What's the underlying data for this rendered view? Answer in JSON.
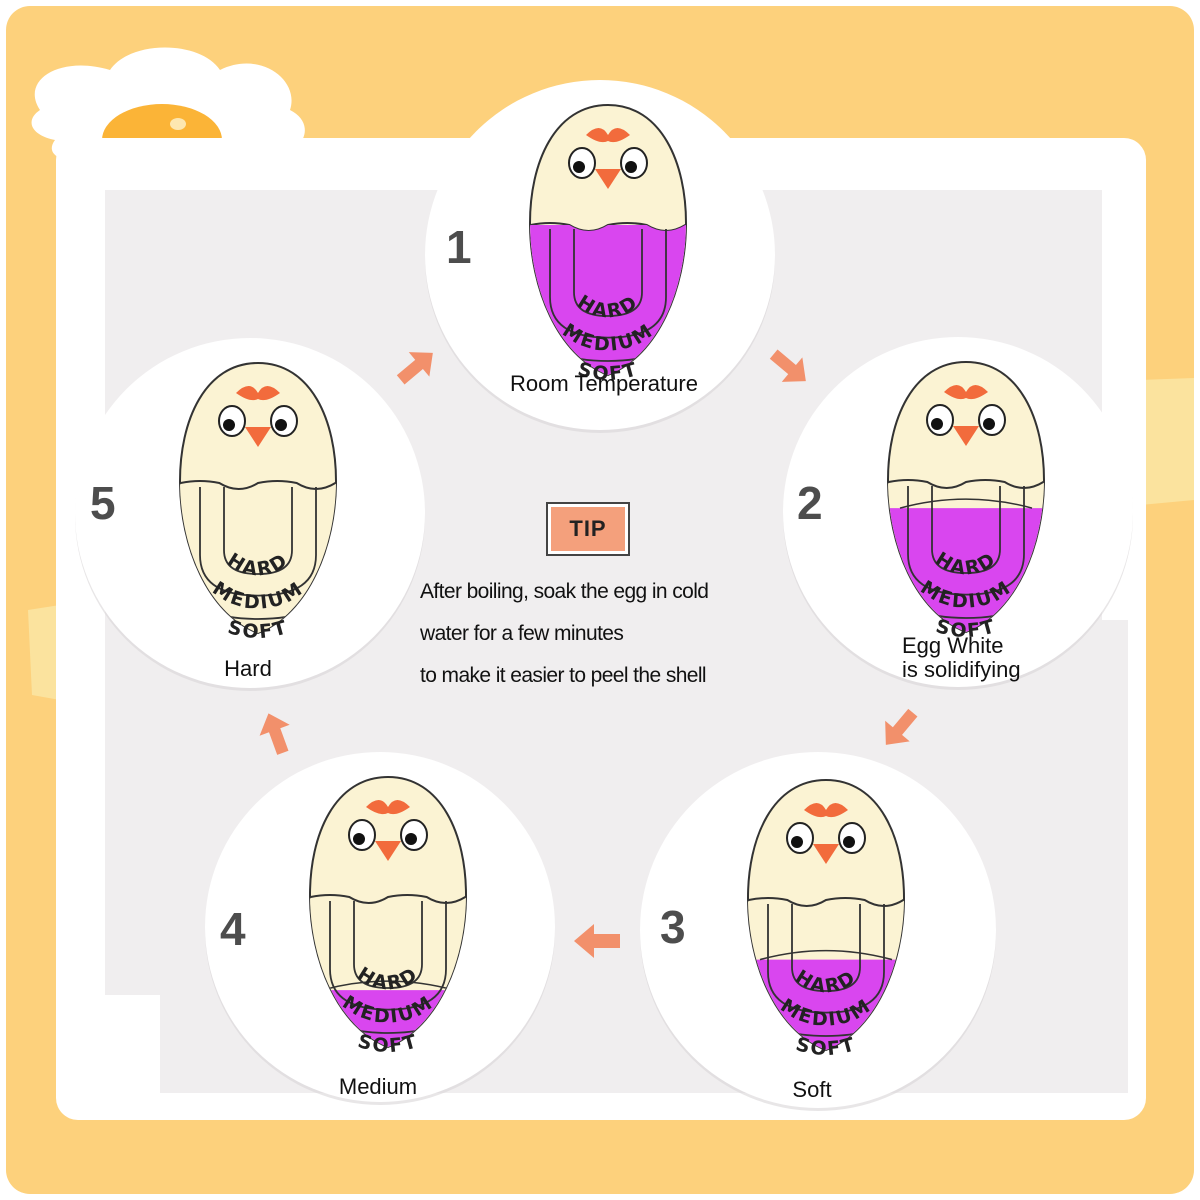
{
  "colors": {
    "frame": "#fdd17c",
    "panel": "#ffffff",
    "board": "#f0eeef",
    "egg": "#fbf3d3",
    "indicator_purple": "#d946ef",
    "beak": "#f26b3c",
    "arrow": "#f2906b",
    "tip_fill": "#f4a07c"
  },
  "tip": {
    "label": "TIP",
    "lines": [
      "After boiling, soak the egg in cold",
      "water for a few minutes",
      " to make it easier to peel the shell"
    ]
  },
  "egg_labels": {
    "hard": "HARD",
    "medium": "MEDIUM",
    "soft": "SOFT"
  },
  "steps": [
    {
      "number": "1",
      "caption": [
        "Room Temperature"
      ],
      "purple_level": 1.0
    },
    {
      "number": "2",
      "caption": [
        "Egg White",
        "is solidifying"
      ],
      "purple_level": 0.85
    },
    {
      "number": "3",
      "caption": [
        "Soft"
      ],
      "purple_level": 0.6
    },
    {
      "number": "4",
      "caption": [
        "Medium"
      ],
      "purple_level": 0.35
    },
    {
      "number": "5",
      "caption": [
        "Hard"
      ],
      "purple_level": 0.0
    }
  ],
  "icons": [
    "fried-egg-icon",
    "arrow-icon",
    "chick-egg-icon",
    "comb-icon",
    "beak-icon"
  ]
}
